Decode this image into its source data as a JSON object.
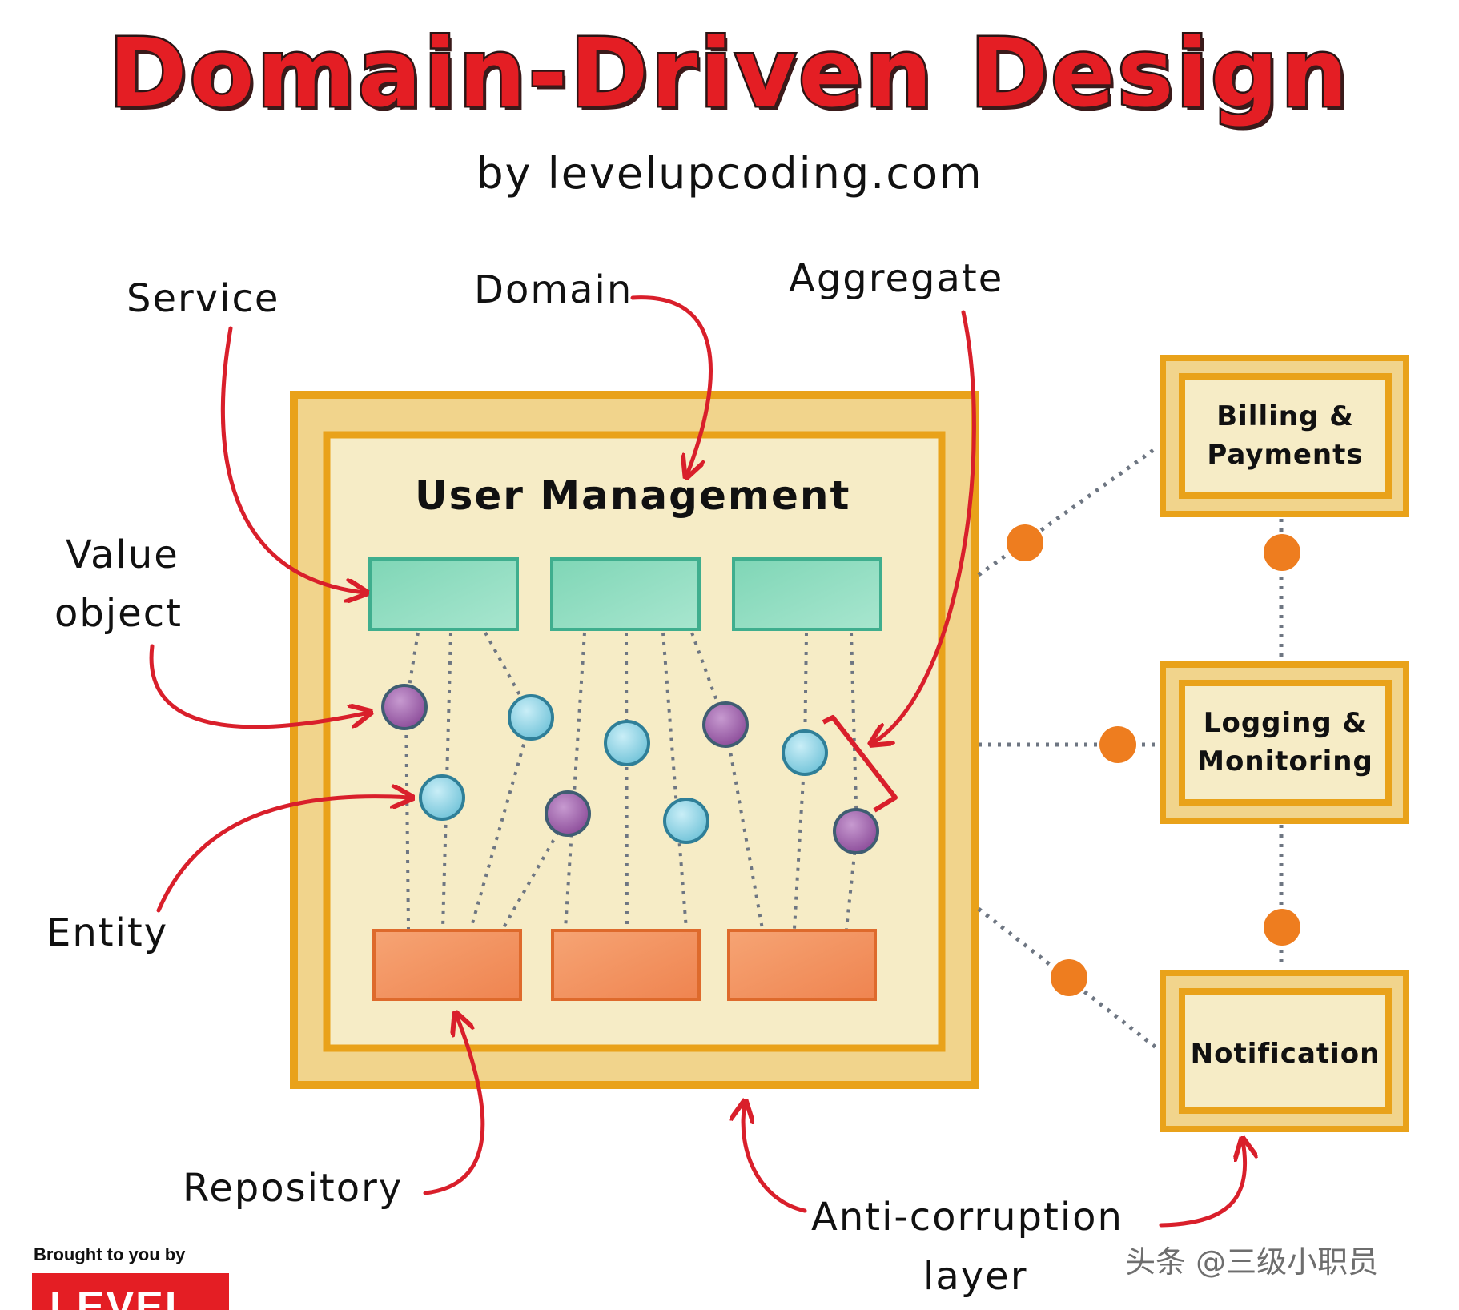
{
  "title": "Domain-Driven Design",
  "subtitle": "by levelupcoding.com",
  "bounded_context": {
    "title": "User Management"
  },
  "labels": {
    "service": "Service",
    "domain": "Domain",
    "aggregate": "Aggregate",
    "value_object_line1": "Value",
    "value_object_line2": "object",
    "entity": "Entity",
    "repository": "Repository",
    "anti_corruption_line1": "Anti-corruption",
    "anti_corruption_line2": "layer"
  },
  "external_contexts": [
    {
      "line1": "Billing &",
      "line2": "Payments"
    },
    {
      "line1": "Logging &",
      "line2": "Monitoring"
    },
    {
      "line1": "Notification",
      "line2": ""
    }
  ],
  "footer": {
    "credit": "Brought to you by",
    "logo_text": "LEVEL UP"
  },
  "watermark": "头条 @三级小职员",
  "colors": {
    "title_red": "#e41e24",
    "arrow_red": "#d91f2b",
    "frame_gold": "#e9a21a",
    "panel_cream": "#f6ecc6",
    "service_green": "#8fdcc0",
    "repository_orange": "#f3945e",
    "entity_blue": "#8ed3e4",
    "value_object_purple": "#9a5aa6",
    "connector_orange": "#ee7d1f",
    "dotted_gray": "#6e7682"
  }
}
